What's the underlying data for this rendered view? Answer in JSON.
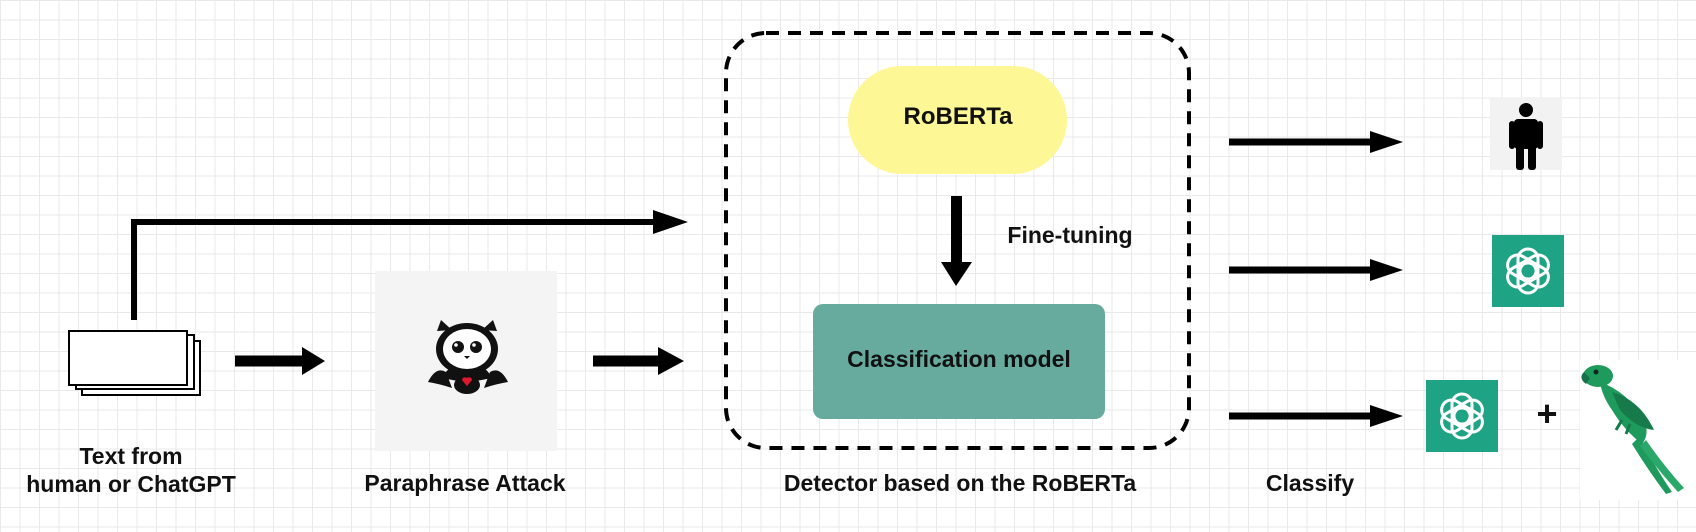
{
  "labels": {
    "source_line1": "Text from",
    "source_line2": "human or ChatGPT",
    "paraphrase_attack": "Paraphrase Attack",
    "detector": "Detector based on the RoBERTa",
    "classify": "Classify",
    "fine_tuning": "Fine-tuning"
  },
  "nodes": {
    "roberta": "RoBERTa",
    "classification_model": "Classification model",
    "plus": "+"
  },
  "icons": {
    "documents": "documents-stack-icon",
    "paraphrase": "skull-bat-icon",
    "human": "human-icon",
    "chatgpt": "chatgpt-logo-icon",
    "parrot": "parrot-icon"
  },
  "colors": {
    "roberta_fill": "#fdf796",
    "classification_fill": "#67ab9f",
    "chatgpt_bg": "#1ea384",
    "parrot": "#1e9a5c",
    "paraphrase_bg": "#f4f4f4",
    "human_bg": "#f2f2f2",
    "arrow": "#000000"
  }
}
